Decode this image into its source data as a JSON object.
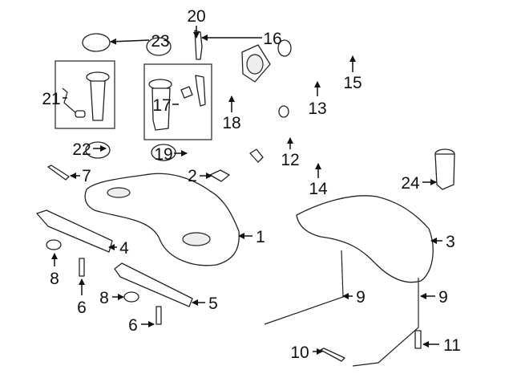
{
  "diagram": {
    "callouts": {
      "c1": "1",
      "c2": "2",
      "c3": "3",
      "c4": "4",
      "c5": "5",
      "c6a": "6",
      "c6b": "6",
      "c7": "7",
      "c8a": "8",
      "c8b": "8",
      "c9a": "9",
      "c9b": "9",
      "c10": "10",
      "c11": "11",
      "c12": "12",
      "c13": "13",
      "c14": "14",
      "c15": "15",
      "c16": "16",
      "c17": "17",
      "c18": "18",
      "c19": "19",
      "c20": "20",
      "c21": "21",
      "c22": "22",
      "c23": "23",
      "c24": "24"
    },
    "line_color": "#222222"
  }
}
